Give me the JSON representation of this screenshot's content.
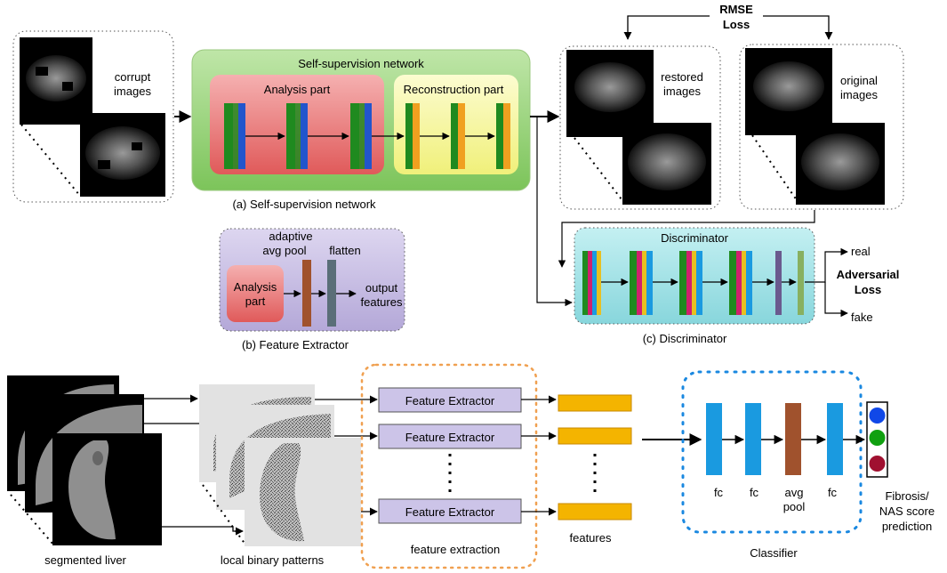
{
  "top": {
    "corrupt_line1": "corrupt",
    "corrupt_line2": "images",
    "ssn_title": "Self-supervision network",
    "analysis_title": "Analysis part",
    "recon_title": "Reconstruction part",
    "caption_a": "(a) Self-supervision network",
    "rmse_line1": "RMSE",
    "rmse_line2": "Loss",
    "restored_line1": "restored",
    "restored_line2": "images",
    "original_line1": "original",
    "original_line2": "images",
    "fe_adaptive1": "adaptive",
    "fe_adaptive2": "avg pool",
    "fe_flatten": "flatten",
    "fe_analysis1": "Analysis",
    "fe_analysis2": "part",
    "fe_output1": "output",
    "fe_output2": "features",
    "caption_b": "(b) Feature Extractor",
    "disc_title": "Discriminator",
    "real": "real",
    "fake": "fake",
    "adv_line1": "Adversarial",
    "adv_line2": "Loss",
    "caption_c": "(c) Discriminator"
  },
  "bottom": {
    "segmented_liver": "segmented liver",
    "lbp": "local binary patterns",
    "fe_box1": "Feature Extractor",
    "fe_box2": "Feature Extractor",
    "fe_box3": "Feature Extractor",
    "feature_extraction": "feature extraction",
    "features": "features",
    "fc1": "fc",
    "fc2": "fc",
    "avg1": "avg",
    "avg2": "pool",
    "fc3": "fc",
    "classifier": "Classifier",
    "out1": "Fibrosis/",
    "out2": "NAS score",
    "out3": "prediction"
  },
  "colors": {
    "green_block": "#1f8a1f",
    "blue_block": "#2255cc",
    "orange_block": "#f0a020",
    "ssn_bg": "#a8d88a",
    "analysis_bg": "#e87070",
    "recon_bg": "#f4f4a0",
    "fe_bg": "#c8c0e0",
    "disc_bg": "#a8e4e8",
    "fe_box": "#ccc4e8",
    "feature_bar": "#f4b400",
    "classifier_fc": "#1a9ae0",
    "classifier_pool": "#a0522d"
  }
}
